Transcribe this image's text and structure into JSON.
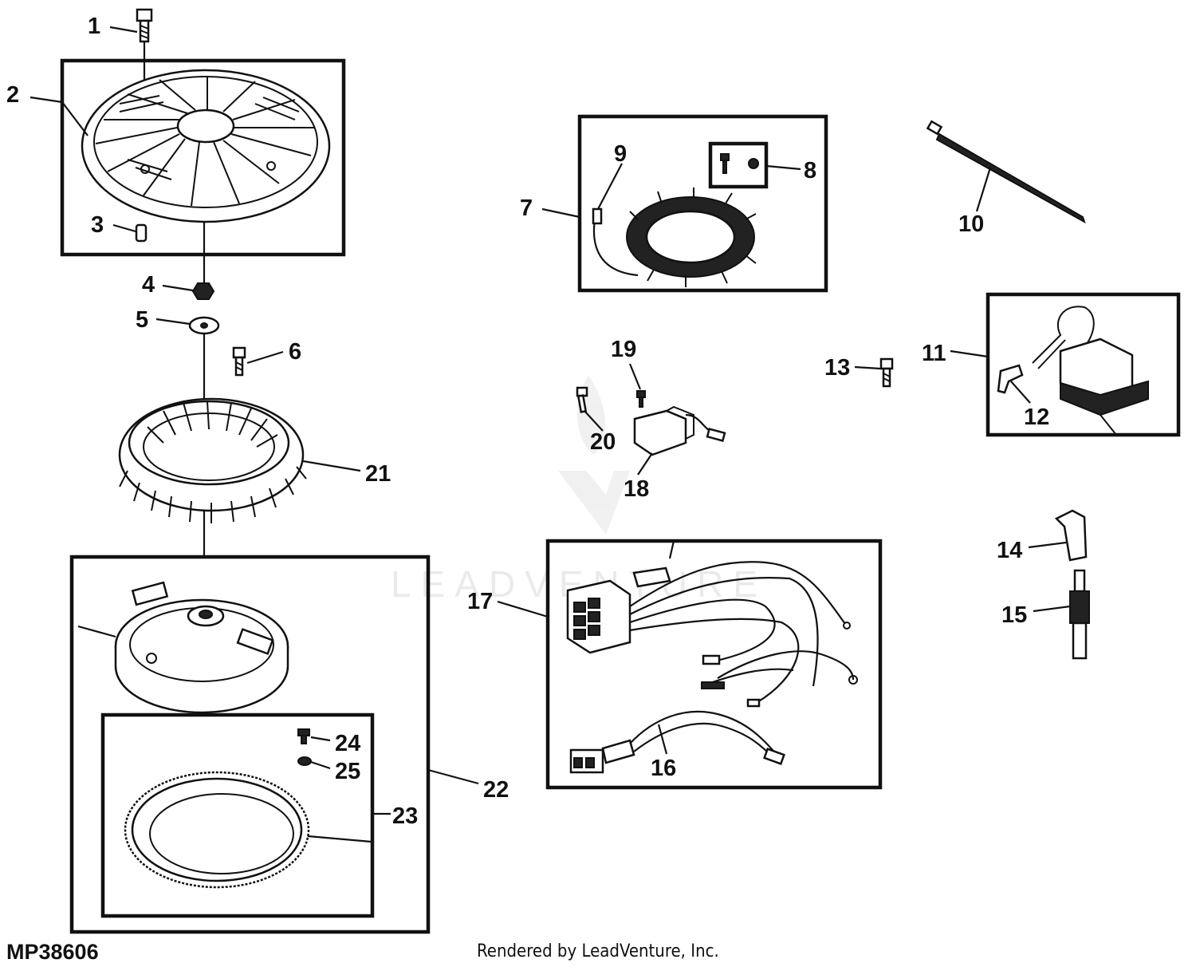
{
  "figure_id": "MP38606",
  "credit": "Rendered by LeadVenture, Inc.",
  "watermark": "LEADVENTURE",
  "callouts": [
    "1",
    "2",
    "3",
    "4",
    "5",
    "6",
    "7",
    "8",
    "9",
    "10",
    "11",
    "12",
    "13",
    "14",
    "15",
    "16",
    "17",
    "18",
    "19",
    "20",
    "21",
    "22",
    "23",
    "24",
    "25"
  ]
}
